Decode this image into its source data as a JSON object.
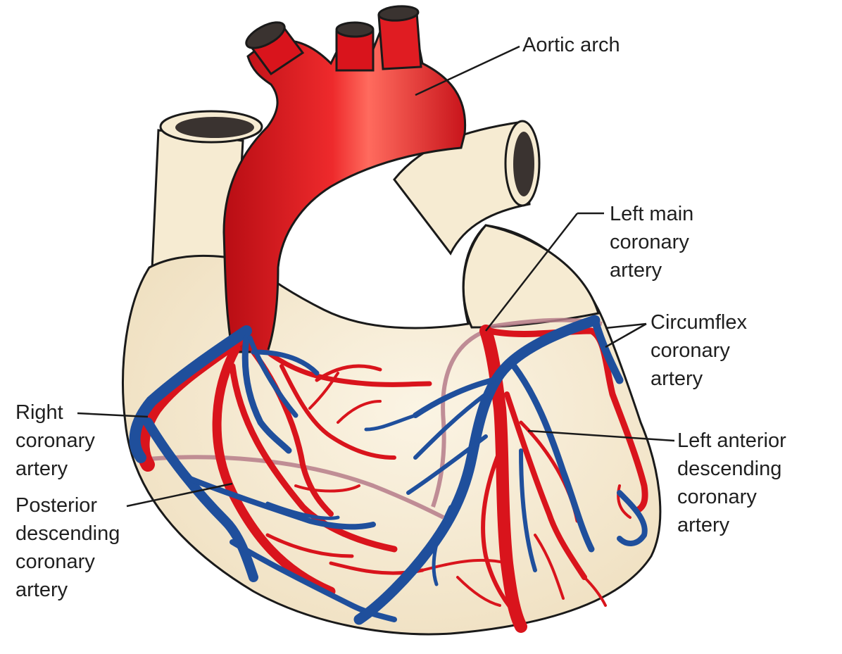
{
  "labels": {
    "aortic_arch": [
      "Aortic arch"
    ],
    "left_main": [
      "Left main",
      "coronary",
      "artery"
    ],
    "circumflex": [
      "Circumflex",
      "coronary",
      "artery"
    ],
    "right_coronary": [
      "Right",
      "coronary",
      "artery"
    ],
    "posterior_descending": [
      "Posterior",
      "descending",
      "coronary",
      "artery"
    ],
    "left_anterior_descending": [
      "Left anterior",
      "descending",
      "coronary",
      "artery"
    ]
  },
  "colors": {
    "heart_muscle": "#f6ebd2",
    "artery_red": "#d9141c",
    "artery_dark_red": "#9e0c12",
    "vein_blue": "#1f4f9c",
    "outline": "#1a1a1a",
    "vessel_lumen": "#3a3330",
    "pericardial_line": "#b67c8a",
    "label_text": "#1f1f1f"
  }
}
